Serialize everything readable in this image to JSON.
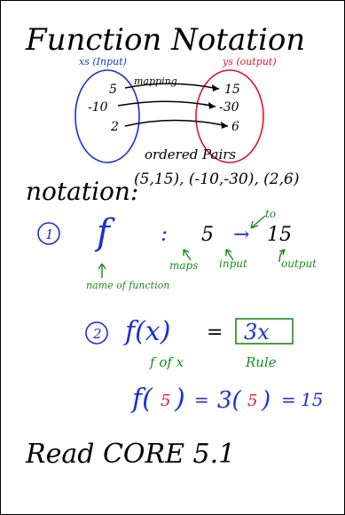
{
  "title": "Function Notation",
  "mapping": {
    "domain_label": "xs (Input)",
    "range_label": "ys (output)",
    "arrow_label": "mapping",
    "inputs": [
      "5",
      "-10",
      "2"
    ],
    "outputs": [
      "15",
      "-30",
      "6"
    ]
  },
  "ordered_pairs": {
    "label": "ordered Pairs",
    "pairs_text": "(5,15), (-10,-30), (2,6)"
  },
  "notation": {
    "label": "notation:",
    "item1": {
      "num": "1",
      "f": "f",
      "colon": ":",
      "input": "5",
      "arrow": "→",
      "output": "15",
      "ann_name": "name of function",
      "ann_maps": "maps",
      "ann_input": "input",
      "ann_to": "to",
      "ann_output": "output"
    },
    "item2": {
      "num": "2",
      "lhs": "f(x)",
      "eq": "=",
      "rule": "3x",
      "ann_fofx": "f of x",
      "ann_rule": "Rule"
    },
    "eval": {
      "lhs_f": "f(",
      "lhs_arg": "5",
      "lhs_close": ")",
      "eq1": "=",
      "mid_3": "3(",
      "mid_arg": "5",
      "mid_close": ")",
      "eq2": "=",
      "result": "15"
    }
  },
  "read": "Read CORE 5.1",
  "colors": {
    "ink": "#000000",
    "blue": "#1a2fd6",
    "red": "#e0142a",
    "green": "#1a8a1a"
  }
}
